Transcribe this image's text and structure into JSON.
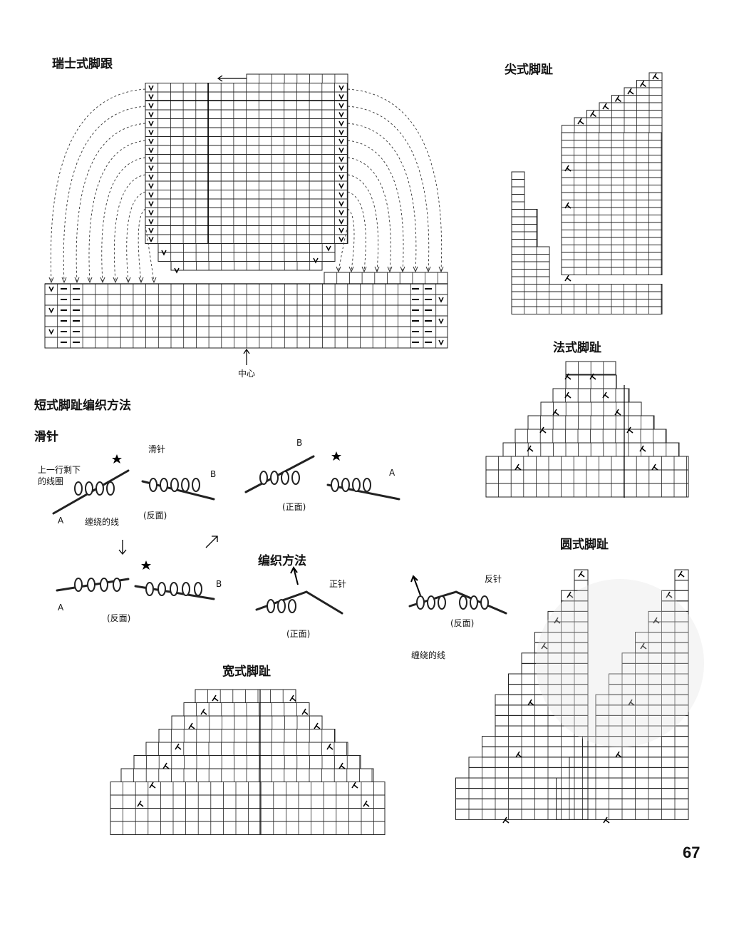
{
  "titles": {
    "swiss_heel": "瑞士式脚跟",
    "pointed_toe": "尖式脚趾",
    "french_toe": "法式脚趾",
    "round_toe": "圆式脚趾",
    "wide_toe": "宽式脚趾",
    "short_row_method": "短式脚趾编织方法",
    "slip_stitch": "滑针",
    "knit_method": "编织方法"
  },
  "labels": {
    "center": "中心",
    "slip": "滑针",
    "prev_row_loop": "上一行剩下\n的线圈",
    "wrapped_yarn": "缠绕的线",
    "wrong_side": "(反面)",
    "right_side": "(正面)",
    "knit": "正针",
    "purl": "反针",
    "A": "A",
    "B": "B"
  },
  "page_number": "67",
  "colors": {
    "ink": "#111111",
    "grid": "#222222",
    "watermark": "#d9d9d9"
  }
}
